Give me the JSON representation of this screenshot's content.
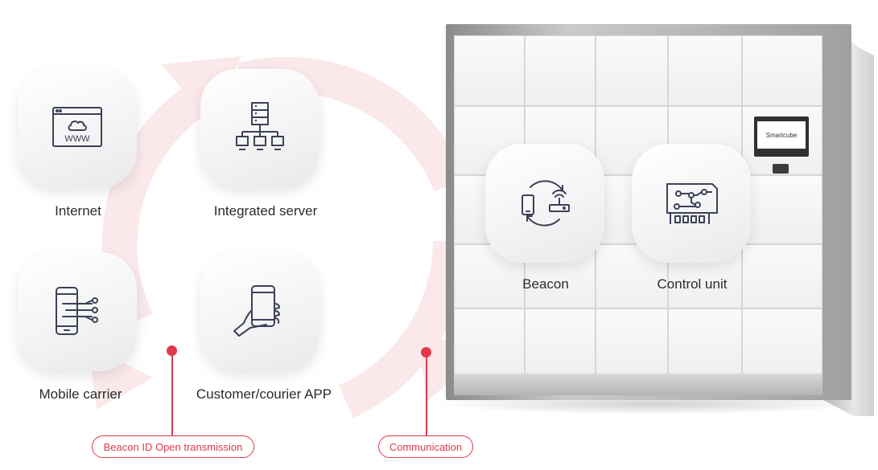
{
  "items": [
    {
      "label": "Internet",
      "icon": "www-cloud-icon"
    },
    {
      "label": "Integrated server",
      "icon": "server-network-icon"
    },
    {
      "label": "Mobile carrier",
      "icon": "mobile-signal-icon"
    },
    {
      "label": "Customer/courier APP",
      "icon": "hand-phone-icon"
    },
    {
      "label": "Beacon",
      "icon": "beacon-sync-icon"
    },
    {
      "label": "Control unit",
      "icon": "circuit-board-icon"
    }
  ],
  "callouts": {
    "beacon": "Beacon ID Open transmission",
    "communication": "Communication"
  },
  "kiosk_brand": "Smartcube",
  "internet_icon_text": "WWW",
  "colors": {
    "accent": "#e0394a",
    "icon_stroke": "#3b4157",
    "arrow_tint": "#fbe6e8"
  }
}
